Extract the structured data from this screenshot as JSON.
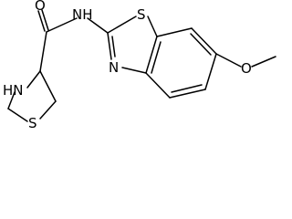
{
  "molecule": {
    "atoms": {
      "o_carbonyl": "O",
      "nh_amide": "NH",
      "s_thiazole": "S",
      "n_thiazole": "N",
      "o_methoxy": "O",
      "nh_ring": "HN",
      "s_ring": "S"
    }
  }
}
